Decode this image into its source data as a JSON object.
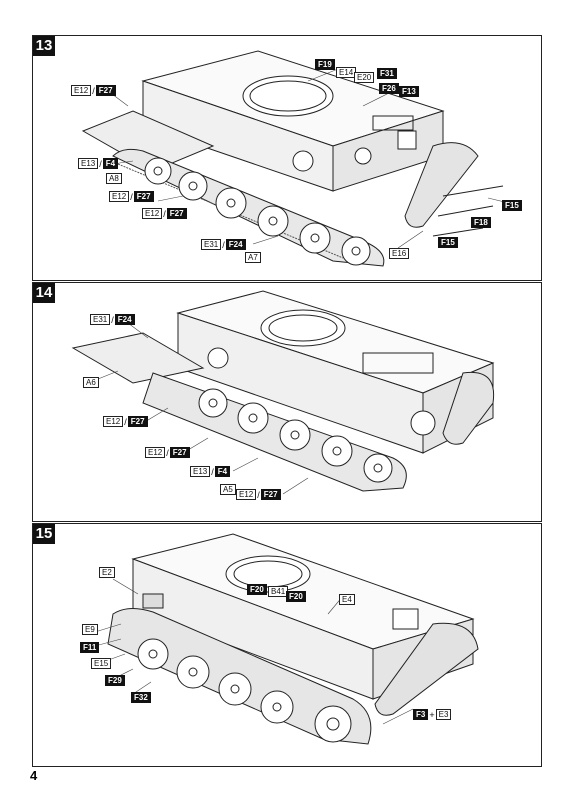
{
  "page_number": "4",
  "steps": [
    {
      "number": "13",
      "callouts": {
        "c1": {
          "a": "E12",
          "sep": "/",
          "b": "F27"
        },
        "c2": {
          "a": "F19"
        },
        "c3": {
          "a": "E14"
        },
        "c4": {
          "a": "E20"
        },
        "c5": {
          "a": "F31"
        },
        "c6": {
          "a": "F26"
        },
        "c7": {
          "a": "F13"
        },
        "c8": {
          "a": "E13",
          "sep": "/",
          "b": "F4"
        },
        "c9": {
          "a": "A8"
        },
        "c10": {
          "a": "E12",
          "sep": "/",
          "b": "F27"
        },
        "c11": {
          "a": "E12",
          "sep": "/",
          "b": "F27"
        },
        "c12": {
          "a": "E31",
          "sep": "/",
          "b": "F24"
        },
        "c13": {
          "a": "A7"
        },
        "c14": {
          "a": "F15"
        },
        "c15": {
          "a": "F18"
        },
        "c16": {
          "a": "F15"
        },
        "c17": {
          "a": "E16"
        }
      }
    },
    {
      "number": "14",
      "callouts": {
        "c1": {
          "a": "E31",
          "sep": "/",
          "b": "F24"
        },
        "c2": {
          "a": "A6"
        },
        "c3": {
          "a": "E12",
          "sep": "/",
          "b": "F27"
        },
        "c4": {
          "a": "E12",
          "sep": "/",
          "b": "F27"
        },
        "c5": {
          "a": "E13",
          "sep": "/",
          "b": "F4"
        },
        "c6": {
          "a": "A5"
        },
        "c7": {
          "a": "E12",
          "sep": "/",
          "b": "F27"
        }
      }
    },
    {
      "number": "15",
      "callouts": {
        "c1": {
          "a": "E2"
        },
        "c2": {
          "a": "F20"
        },
        "c3": {
          "a": "B41"
        },
        "c4": {
          "a": "F20"
        },
        "c5": {
          "a": "E4"
        },
        "c6": {
          "a": "E9"
        },
        "c7": {
          "a": "F11"
        },
        "c8": {
          "a": "E15"
        },
        "c9": {
          "a": "F29"
        },
        "c10": {
          "a": "F32"
        },
        "c11": {
          "a": "F3",
          "sep": "+",
          "b": "E3"
        }
      }
    }
  ]
}
